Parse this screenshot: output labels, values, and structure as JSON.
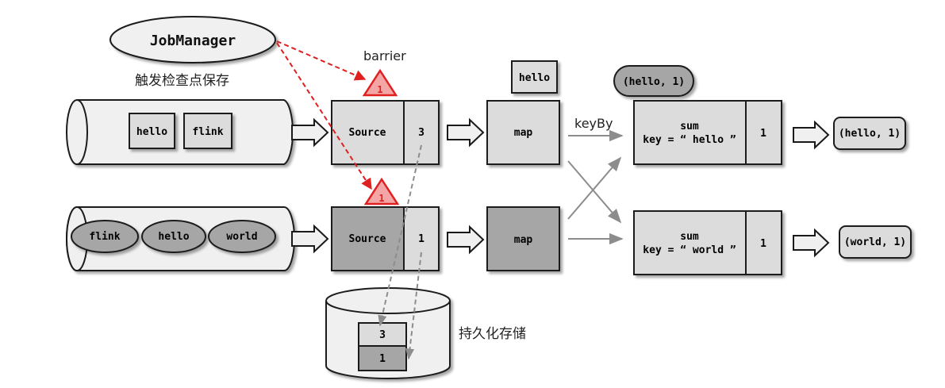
{
  "job_manager": {
    "label": "JobManager"
  },
  "trigger_caption": "触发检查点保存",
  "barrier": {
    "label": "barrier",
    "upper_marker": "1",
    "lower_marker": "1"
  },
  "upper_stream": {
    "records": [
      "hello",
      "flink"
    ],
    "source_label": "Source",
    "source_offset": "3",
    "map_label": "map",
    "map_output": "hello"
  },
  "lower_stream": {
    "records": [
      "flink",
      "hello",
      "world"
    ],
    "source_label": "Source",
    "source_offset": "1",
    "map_label": "map"
  },
  "keyby_label": "keyBy",
  "sum_hello": {
    "line1": "sum",
    "line2": "key = “ hello ”",
    "count": "1",
    "state_bubble": "(hello, 1)",
    "output": "(hello, 1)"
  },
  "sum_world": {
    "line1": "sum",
    "line2": "key = “ world ”",
    "count": "1",
    "output": "(world, 1)"
  },
  "storage": {
    "label": "持久化存储",
    "slots": [
      "3",
      "1"
    ]
  },
  "colors": {
    "light_fill": "#dcdcdc",
    "dark_fill": "#a6a6a6",
    "cylinder_fill": "#f0f0f0",
    "barrier_red": "#e02020",
    "barrier_fill": "#f4a6a6",
    "arrow_gray": "#8c8c8c",
    "stroke": "#1a1a1a"
  }
}
